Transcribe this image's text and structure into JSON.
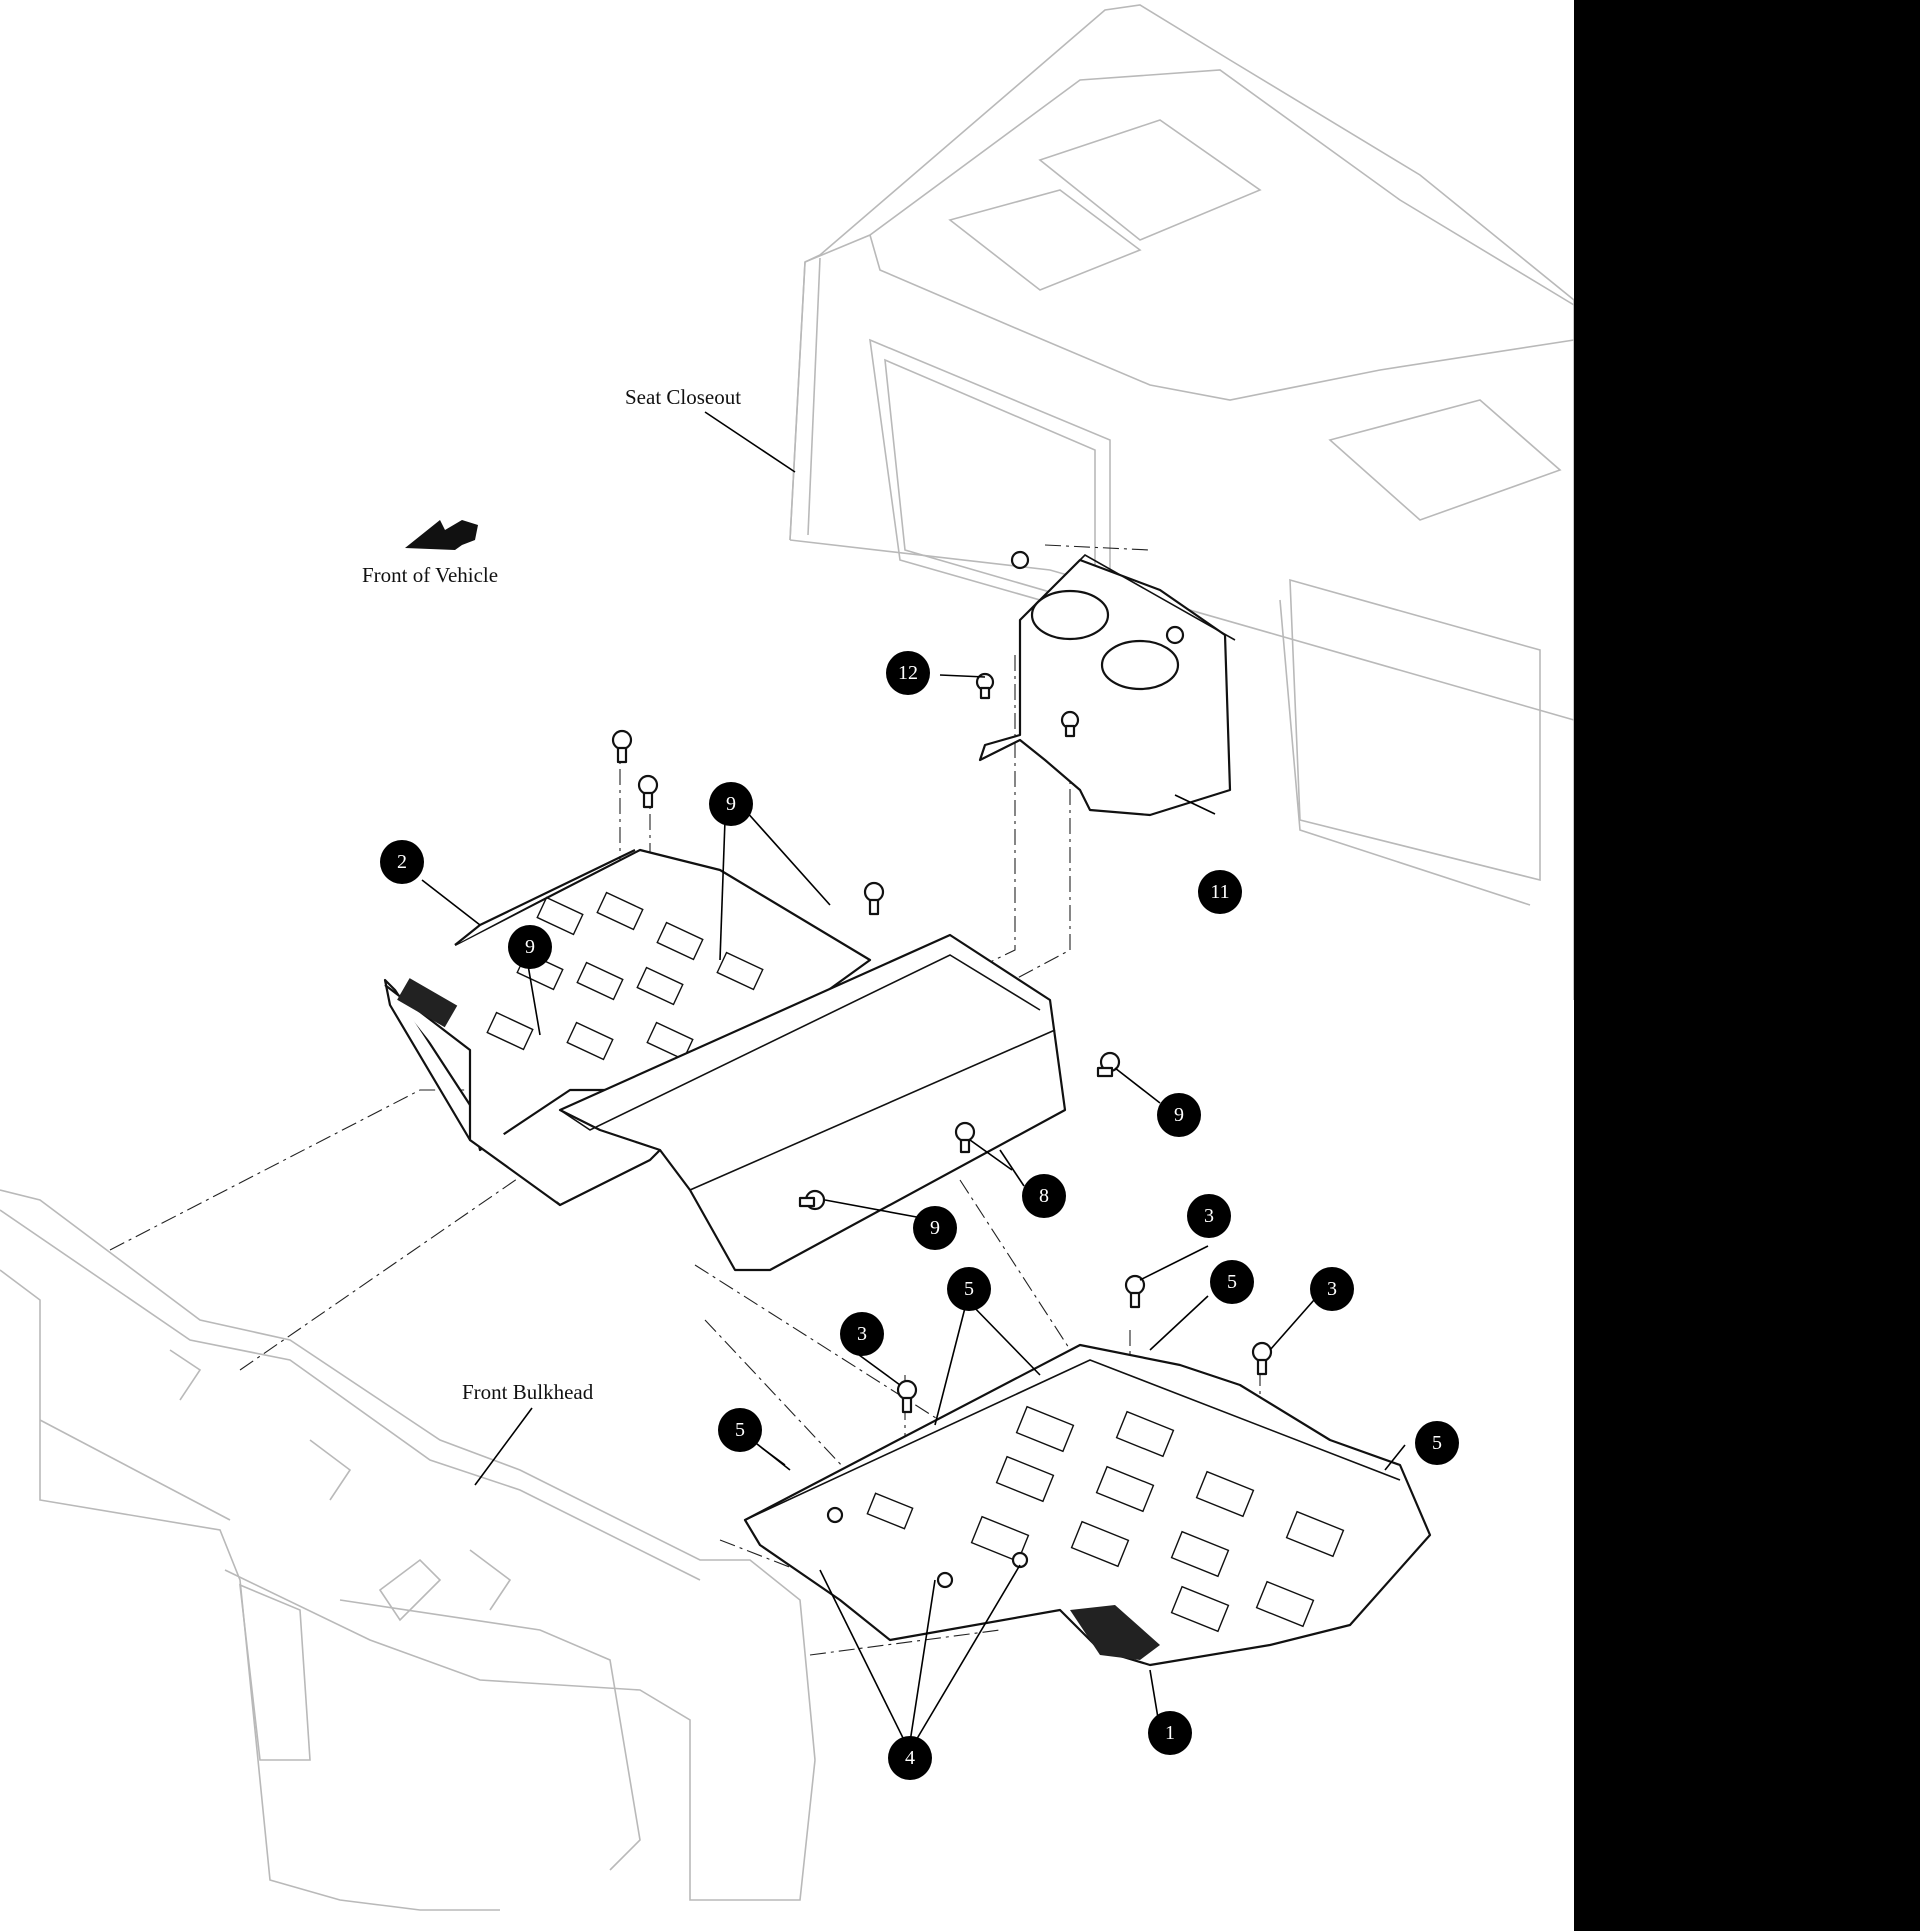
{
  "labels": {
    "seat_closeout": "Seat Closeout",
    "front_of_vehicle": "Front of Vehicle",
    "front_bulkhead": "Front Bulkhead"
  },
  "callouts": {
    "c1": "1",
    "c2": "2",
    "c3a": "3",
    "c3b": "3",
    "c3c": "3",
    "c4": "4",
    "c5a": "5",
    "c5b": "5",
    "c5c": "5",
    "c5d": "5",
    "c8": "8",
    "c9a": "9",
    "c9b": "9",
    "c9c": "9",
    "c9d": "9",
    "c11": "11",
    "c12": "12"
  },
  "colors": {
    "callout_fill": "#000000",
    "callout_text": "#ffffff",
    "ghost_line": "#b9b9b9",
    "part_line": "#111111",
    "side_band": "#000000"
  }
}
